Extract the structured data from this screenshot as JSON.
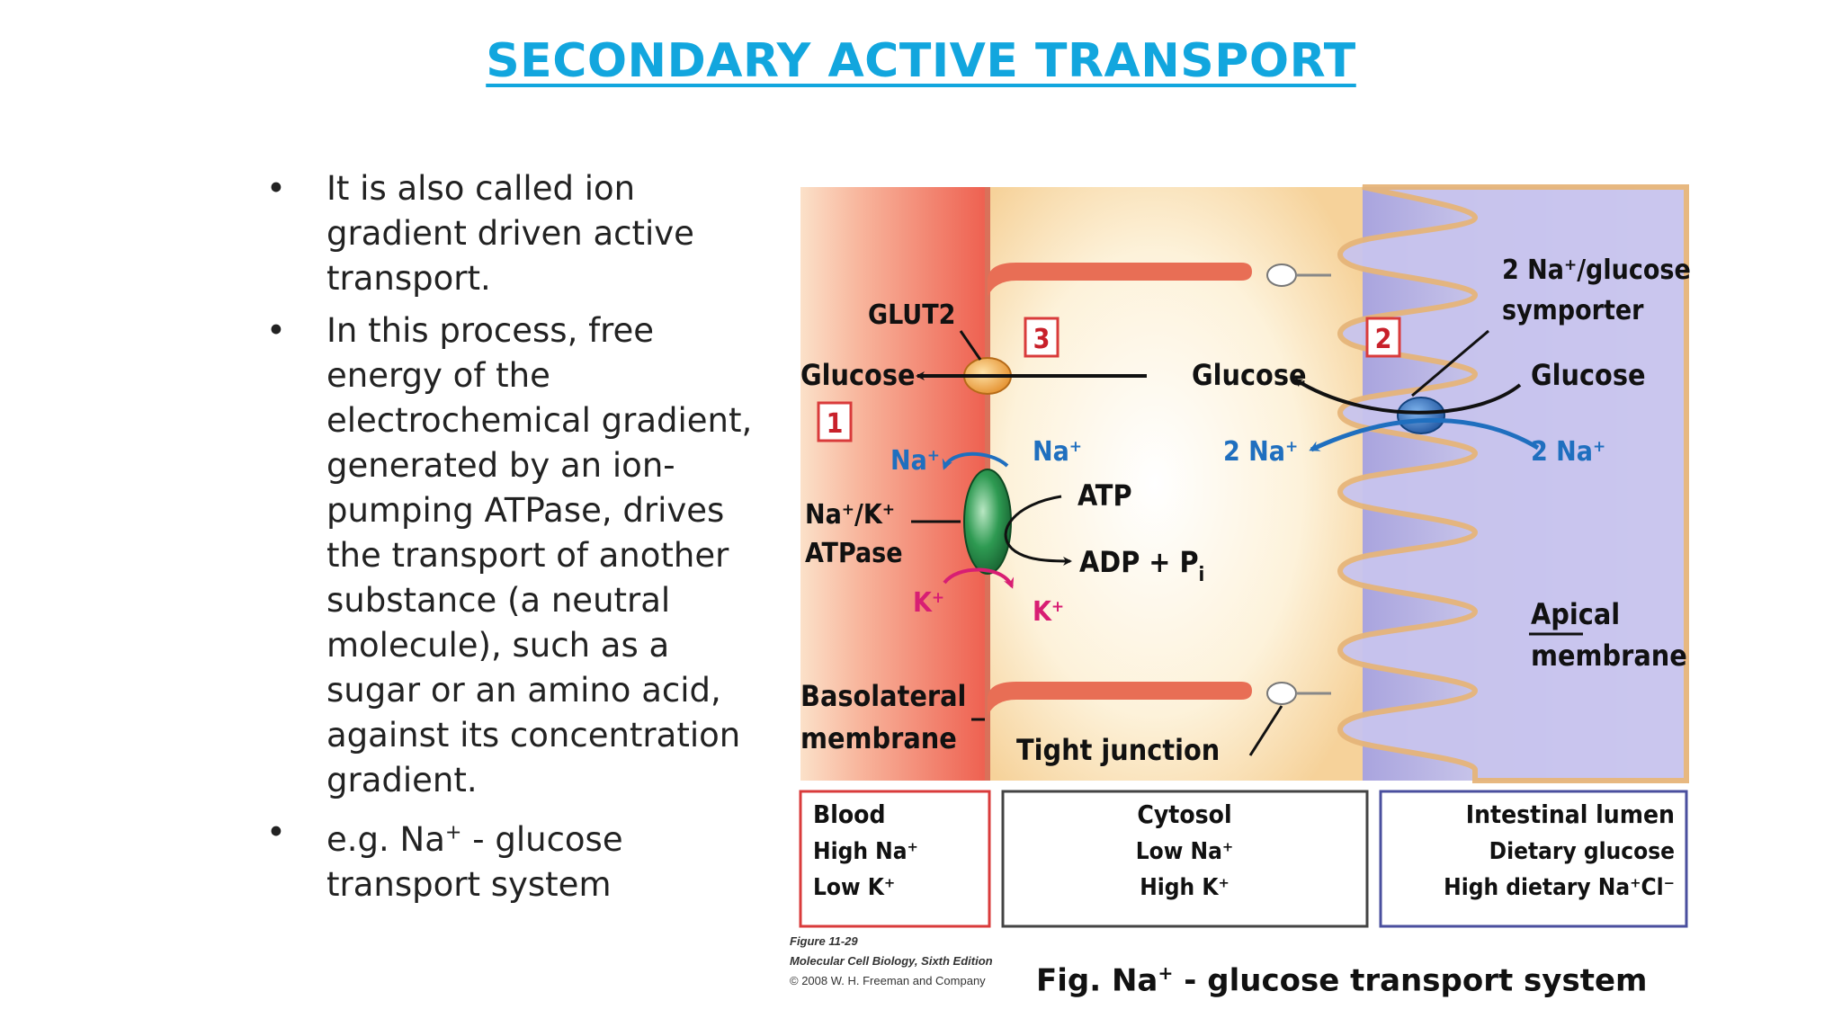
{
  "title": "SECONDARY ACTIVE TRANSPORT",
  "bullets": [
    {
      "text": "It is also called ion gradient driven active transport."
    },
    {
      "text": "In this process, free energy of the electrochemical gradient, generated by an ion-pumping ATPase, drives the transport of another substance (a neutral molecule), such as a sugar or an amino acid, against its concentration gradient."
    },
    {
      "pre": "e.g. Na",
      "sup": "+",
      "post": " - glucose transport system"
    }
  ],
  "diagram": {
    "glut2": "GLUT2",
    "glucose": "Glucose",
    "steps": [
      "1",
      "2",
      "3"
    ],
    "symporter_l1": "2 Na⁺/glucose",
    "symporter_l2": "symporter",
    "two_na": "2 Na⁺",
    "na_ion": "Na⁺",
    "k_ion": "K⁺",
    "atp": "ATP",
    "adp": "ADP + P",
    "adp_sub": "i",
    "pump_l1": "Na⁺/K⁺",
    "pump_l2": "ATPase",
    "apical_l1": "Apical",
    "apical_l2": "membrane",
    "basolateral_l1": "Basolateral",
    "basolateral_l2": "membrane",
    "tight_junction": "Tight junction",
    "blood": {
      "title": "Blood",
      "l1": "High Na⁺",
      "l2": "Low K⁺"
    },
    "cytosol": {
      "title": "Cytosol",
      "l1": "Low Na⁺",
      "l2": "High K⁺"
    },
    "lumen": {
      "title": "Intestinal lumen",
      "l1": "Dietary glucose",
      "l2": "High dietary Na⁺Cl⁻"
    },
    "colors": {
      "blood": "#F2705E",
      "cytosol": "#FBE3B0",
      "lumen": "#B9B6E6",
      "na_arrow": "#1F6FBF",
      "k_arrow": "#D81E73",
      "glut2": "#F3A444",
      "pump": "#1E7A3C",
      "box_red": "#D93B3B",
      "box_blue": "#4A4F9E"
    }
  },
  "credit": {
    "l1": "Figure 11-29",
    "l2": "Molecular Cell Biology, Sixth Edition",
    "l3": "© 2008 W. H. Freeman and Company"
  },
  "caption": {
    "pre": "Fig. Na",
    "sup": "+",
    "post": " - glucose transport system"
  }
}
